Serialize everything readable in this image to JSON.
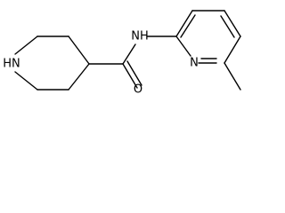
{
  "molecule": {
    "atoms": {
      "piperidine_nh": "HN",
      "amide_nh": "NH",
      "carbonyl_o": "O",
      "pyridine_n": "N"
    }
  }
}
